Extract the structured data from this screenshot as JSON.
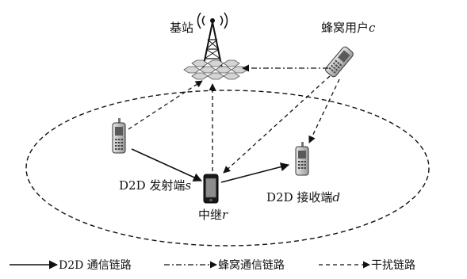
{
  "labels": {
    "base_station": "基站",
    "cellular_user_prefix": "蜂窝用户",
    "cellular_user_var": "c",
    "d2d_tx_prefix": "D2D 发射端",
    "d2d_tx_var": "s",
    "d2d_rx_prefix": "D2D 接收端",
    "d2d_rx_var": "d",
    "relay_prefix": "中继",
    "relay_var": "r"
  },
  "legend": {
    "d2d_link": "D2D 通信链路",
    "cellular_link": "蜂窝通信链路",
    "interference_link": "干扰链路"
  },
  "colors": {
    "line": "#111111",
    "phone_body": "#c9c9c9",
    "relay_body": "#1a1a1a"
  },
  "icons": [
    "cell-tower-icon",
    "mobile-phone-icon",
    "smartphone-icon"
  ]
}
